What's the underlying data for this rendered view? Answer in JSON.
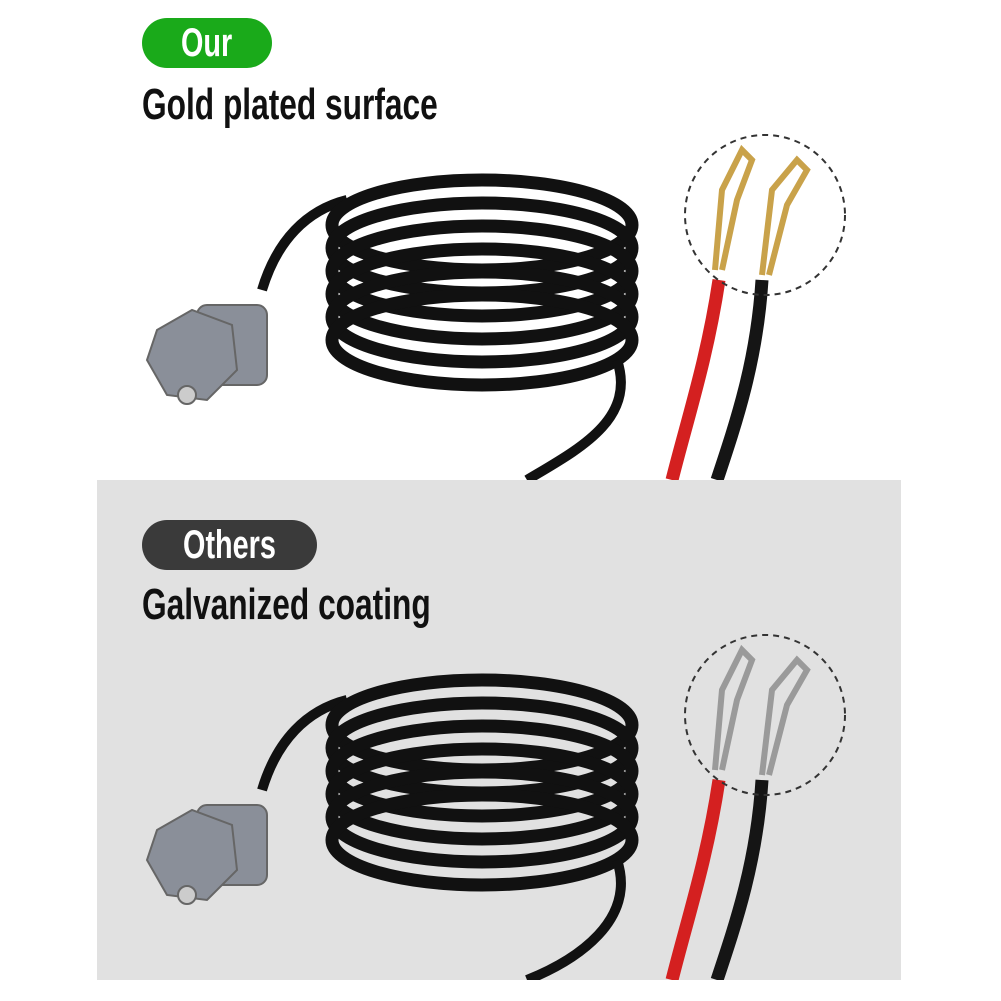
{
  "top": {
    "badge": "Our",
    "caption": "Gold plated surface",
    "badge_color": "#1aaa1a",
    "terminal_color": "#c9a24a"
  },
  "bottom": {
    "badge": "Others",
    "caption": "Galvanized coating",
    "badge_color": "#3a3a3a",
    "terminal_color": "#9a9a9a"
  }
}
